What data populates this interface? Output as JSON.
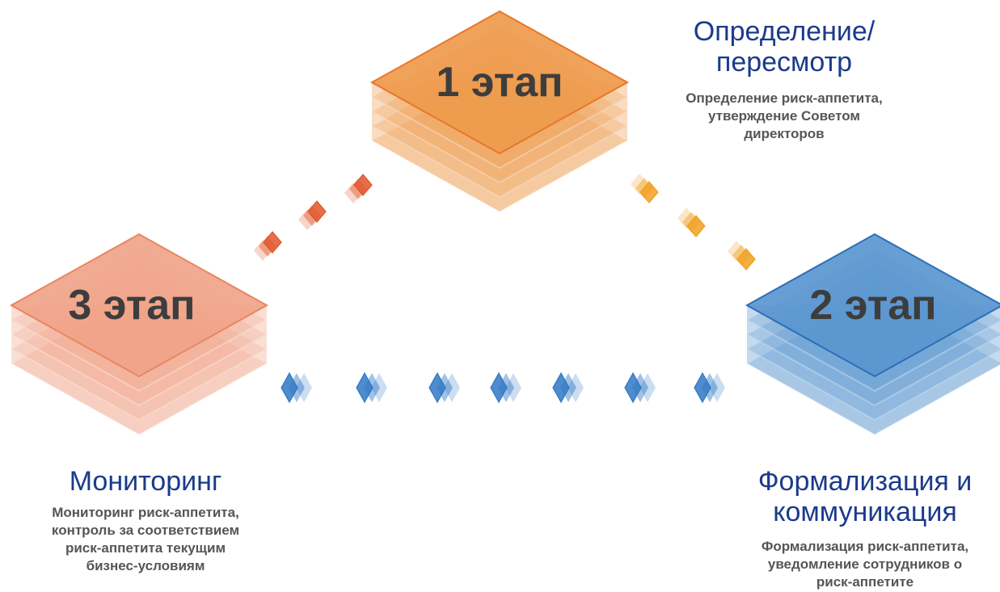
{
  "colors": {
    "stage1": "#ee9a4c",
    "stage1_edge": "#e8762a",
    "stage2": "#5a96cf",
    "stage2_edge": "#2b6fb8",
    "stage3": "#f0a48a",
    "stage3_edge": "#e98660",
    "title_text": "#1b3a8c",
    "desc_text": "#555555",
    "stage_label_text": "#3d3d3d",
    "connector_red": "#e0562a",
    "connector_orange": "#f0a020",
    "connector_blue": "#2f78c4"
  },
  "stages": [
    {
      "label": "1 этап",
      "title_lines": [
        "Определение/",
        "пересмотр"
      ],
      "desc_lines": [
        "Определение риск-аппетита,",
        "утверждение Советом",
        "директоров"
      ]
    },
    {
      "label": "2 этап",
      "title_lines": [
        "Формализация и",
        "коммуникация"
      ],
      "desc_lines": [
        "Формализация риск-аппетита,",
        "уведомление сотрудников о",
        "риск-аппетите"
      ]
    },
    {
      "label": "3 этап",
      "title_lines": [
        "Мониторинг"
      ],
      "desc_lines": [
        "Мониторинг риск-аппетита,",
        "контроль за соответствием",
        "риск-аппетита текущим",
        "бизнес-условиям"
      ]
    }
  ],
  "connectors": [
    {
      "from": "3 этап",
      "to": "1 этап",
      "color": "connector_red",
      "count": 3
    },
    {
      "from": "1 этап",
      "to": "2 этап",
      "color": "connector_orange",
      "count": 3
    },
    {
      "from": "2 этап",
      "to": "3 этап",
      "color": "connector_blue",
      "count": 7
    }
  ]
}
